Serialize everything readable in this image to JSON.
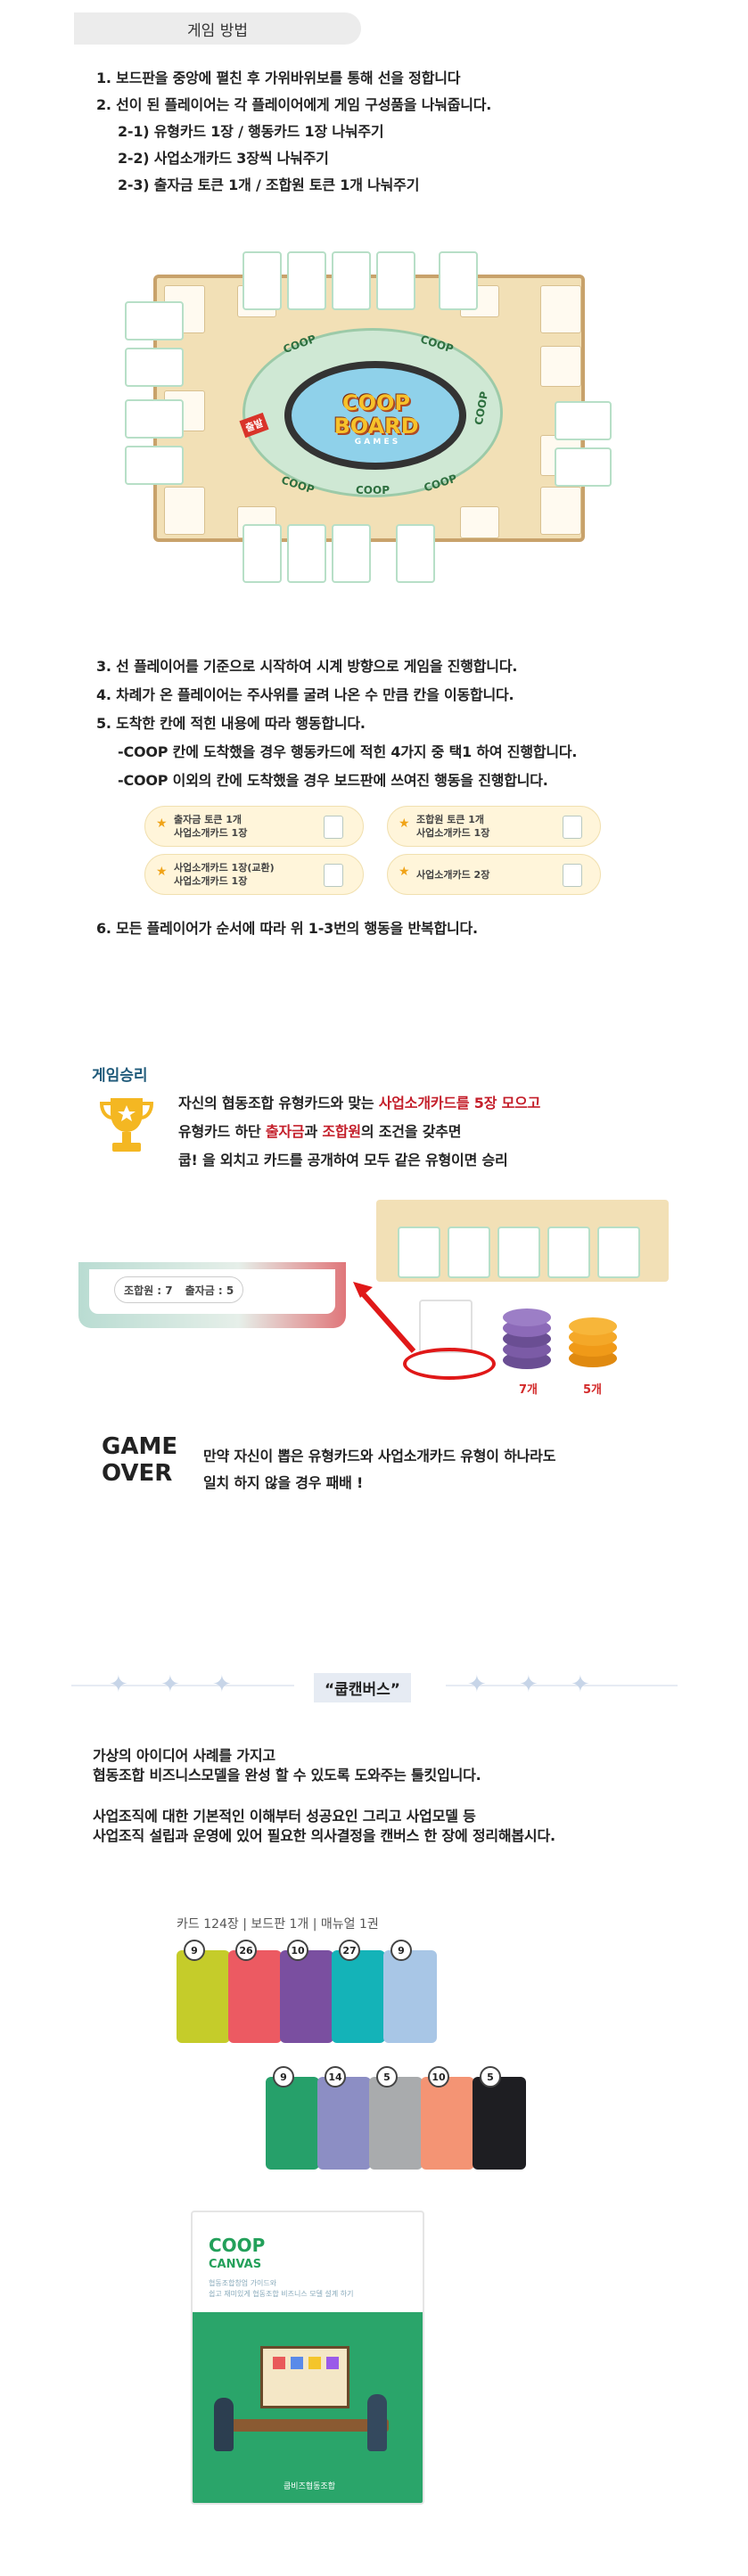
{
  "header": {
    "tab": "게임 방법"
  },
  "steps": {
    "s1": "1. 보드판을 중앙에 펼친 후 가위바위보를 통해 선을 정합니다",
    "s2": "2. 선이 된 플레이어는 각 플레이어에게 게임 구성품을 나눠줍니다.",
    "s2_1": "2-1) 유형카드 1장 / 행동카드 1장 나눠주기",
    "s2_2": "2-2) 사업소개카드 3장씩 나눠주기",
    "s2_3": "2-3) 출자금 토큰 1개 / 조합원 토큰 1개 나눠주기",
    "s3": "3. 선 플레이어를 기준으로 시작하여 시계 방향으로 게임을 진행합니다.",
    "s4": "4. 차례가 온 플레이어는 주사위를 굴려 나온 수 만큼 칸을 이동합니다.",
    "s5": "5. 도착한 칸에 적힌 내용에 따라 행동합니다.",
    "s5_a": "-COOP 칸에 도착했을 경우 행동카드에 적힌 4가지 중 택1 하여 진행합니다.",
    "s5_b": "-COOP 이외의 칸에 도착했을 경우 보드판에 쓰여진 행동을 진행합니다.",
    "s6": "6. 모든 플레이어가 순서에 따라 위 1-3번의 행동을 반복합니다."
  },
  "board": {
    "logo_line1": "COOP",
    "logo_line2": "BOARD",
    "logo_sub": "G A M E S",
    "coop_label": "COOP",
    "start_label": "출발"
  },
  "actions": [
    {
      "line1": "출자금 토큰 1개",
      "line2": "사업소개카드 1장"
    },
    {
      "line1": "조합원 토큰 1개",
      "line2": "사업소개카드 1장"
    },
    {
      "line1": "사업소개카드 1장(교환)",
      "line2": "사업소개카드 1장"
    },
    {
      "line1": "사업소개카드 2장",
      "line2": ""
    }
  ],
  "victory": {
    "title": "게임승리",
    "l1_a": "자신의 협동조합 유형카드와 맞는 ",
    "l1_b": "사업소개카드를 5장 모으고",
    "l2_a": "유형카드 하단 ",
    "l2_b": "출자금",
    "l2_c": "과 ",
    "l2_d": "조합원",
    "l2_e": "의 조건을 갖추면",
    "l3": "쿱! 을 외치고 카드를 공개하여 모두 같은 유형이면 승리",
    "member_label": "조합원 : 7",
    "fund_label": "출자금 : 5",
    "count7": "7개",
    "count5": "5개"
  },
  "gameover": {
    "title1": "GAME",
    "title2": "OVER",
    "l1": "만약 자신이 뽑은 유형카드와 사업소개카드 유형이 하나라도",
    "l2": "일치 하지 않을  경우 패배 !"
  },
  "canvas": {
    "title": "“쿱캔버스”",
    "p1": "가상의 아이디어 사례를 가지고",
    "p2": "협동조합 비즈니스모델을 완성 할 수 있도록 도와주는 툴킷입니다.",
    "p3": "사업조직에 대한 기본적인 이해부터 성공요인 그리고 사업모델 등",
    "p4": "사업조직 설립과 운영에 있어 필요한 의사결정을 캔버스 한 장에 정리해봅시다.",
    "components": "카드 124장 | 보드판 1개 | 매뉴얼 1권",
    "row1": [
      {
        "n": "9",
        "color": "#c5cc2a"
      },
      {
        "n": "26",
        "color": "#ec5a62"
      },
      {
        "n": "10",
        "color": "#7a4fa0"
      },
      {
        "n": "27",
        "color": "#14b3b8"
      },
      {
        "n": "9",
        "color": "#a8c6e6"
      }
    ],
    "row2": [
      {
        "n": "9",
        "color": "#26a06a"
      },
      {
        "n": "14",
        "color": "#8c8ec4"
      },
      {
        "n": "5",
        "color": "#a9abad"
      },
      {
        "n": "10",
        "color": "#f49474"
      },
      {
        "n": "5",
        "color": "#1e1e22"
      }
    ],
    "box_title1": "COOP",
    "box_title2": "CANVAS",
    "box_sub1": "협동조합창업 가이드와",
    "box_sub2": "쉽고 재미있게 협동조합 비즈니스 모델 설계 하기",
    "box_brand": "쿱비즈협동조합"
  }
}
